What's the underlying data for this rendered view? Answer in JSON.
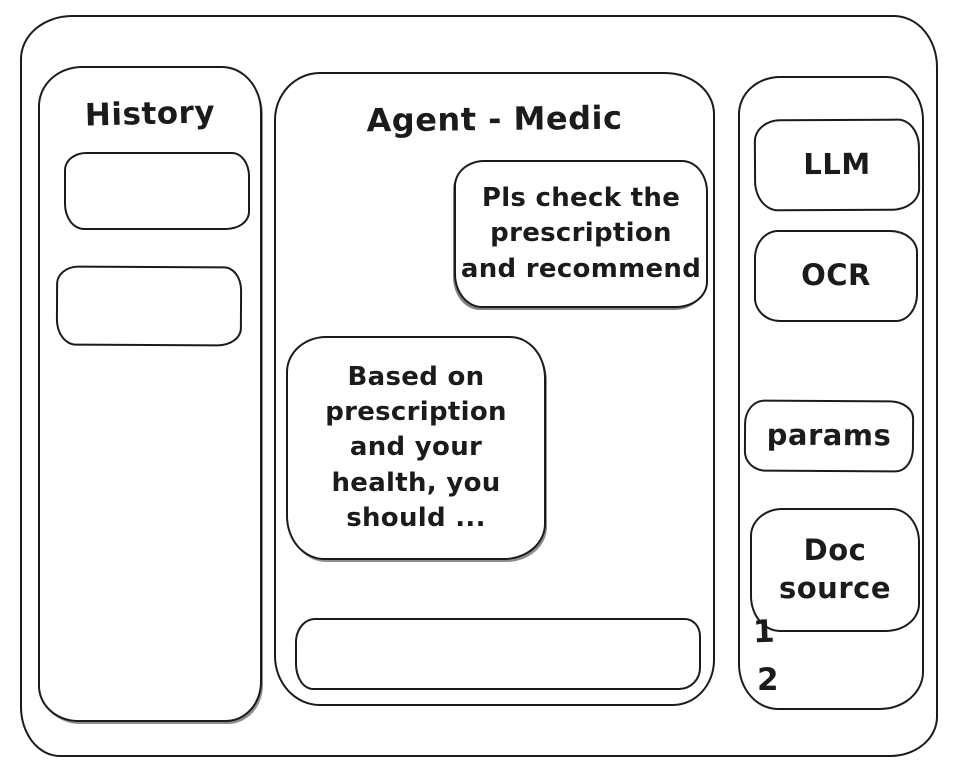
{
  "window": {
    "background": "#ffffff",
    "stroke_color": "#1b1b1b"
  },
  "history_panel": {
    "title": "History",
    "items": [
      {
        "label": ""
      },
      {
        "label": ""
      }
    ]
  },
  "chat_panel": {
    "title": "Agent - Medic",
    "messages": [
      {
        "role": "user",
        "text": "Pls check the\nprescription\nand recommend"
      },
      {
        "role": "agent",
        "text": "Based on\nprescription\nand your\nhealth, you\nshould ..."
      }
    ],
    "input": {
      "value": "",
      "placeholder": ""
    }
  },
  "tools_panel": {
    "buttons": [
      {
        "label": "LLM"
      },
      {
        "label": "OCR"
      },
      {
        "label": "params"
      },
      {
        "label": "Doc\nsource"
      }
    ],
    "doc_sources": [
      {
        "label": "1"
      },
      {
        "label": "2"
      }
    ]
  }
}
